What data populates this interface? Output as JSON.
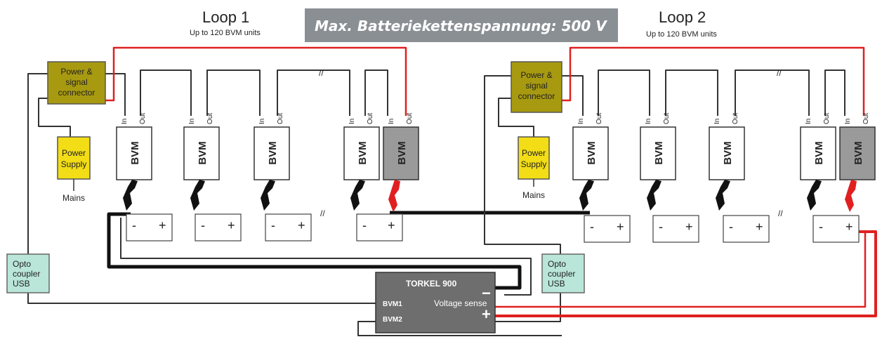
{
  "banner": {
    "text": "Max. Batteriekettenspannung: 500 V"
  },
  "loop1": {
    "title": "Loop 1",
    "subtitle": "Up to 120 BVM units"
  },
  "loop2": {
    "title": "Loop 2",
    "subtitle": "Up to 120 BVM units"
  },
  "connector": {
    "line1": "Power &",
    "line2": "signal",
    "line3": "connector"
  },
  "supply": {
    "line1": "Power",
    "line2": "Supply",
    "mains": "Mains"
  },
  "opto": {
    "line1": "Opto",
    "line2": "coupler",
    "line3": "USB"
  },
  "bvm": {
    "label": "BVM",
    "pin_in": "In",
    "pin_out": "Out"
  },
  "battery": {
    "minus": "-",
    "plus": "+"
  },
  "torkel": {
    "title": "TORKEL 900",
    "bvm1": "BVM1",
    "bvm2": "BVM2",
    "voltage_sense": "Voltage sense",
    "minus": "−",
    "plus": "+"
  },
  "break_mark": "//",
  "colors": {
    "connector": "#a89a10",
    "supply": "#f2dd16",
    "opto": "#b9e6d8",
    "torkel": "#6e6e6e",
    "red_wire": "#e02020",
    "banner": "#8a8f94"
  }
}
